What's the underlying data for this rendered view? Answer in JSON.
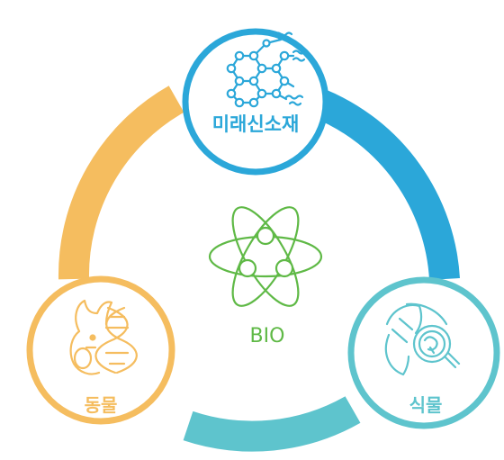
{
  "diagram": {
    "center_label": "BIO",
    "nodes": [
      {
        "id": "top",
        "label": "미래신소재",
        "icon": "molecule-network-icon",
        "color": "#2ba7d9"
      },
      {
        "id": "left",
        "label": "동물",
        "icon": "animal-dna-icon",
        "color": "#f5bd5f"
      },
      {
        "id": "right",
        "label": "식물",
        "icon": "leaf-magnifier-icon",
        "color": "#5ec4cd"
      }
    ],
    "center_icon": "atom-icon",
    "center_color": "#5fb946",
    "arc_colors": {
      "top_to_right": "#2ba7d9",
      "right_to_left": "#5ec4cd",
      "left_to_top": "#f5bd5f"
    }
  }
}
